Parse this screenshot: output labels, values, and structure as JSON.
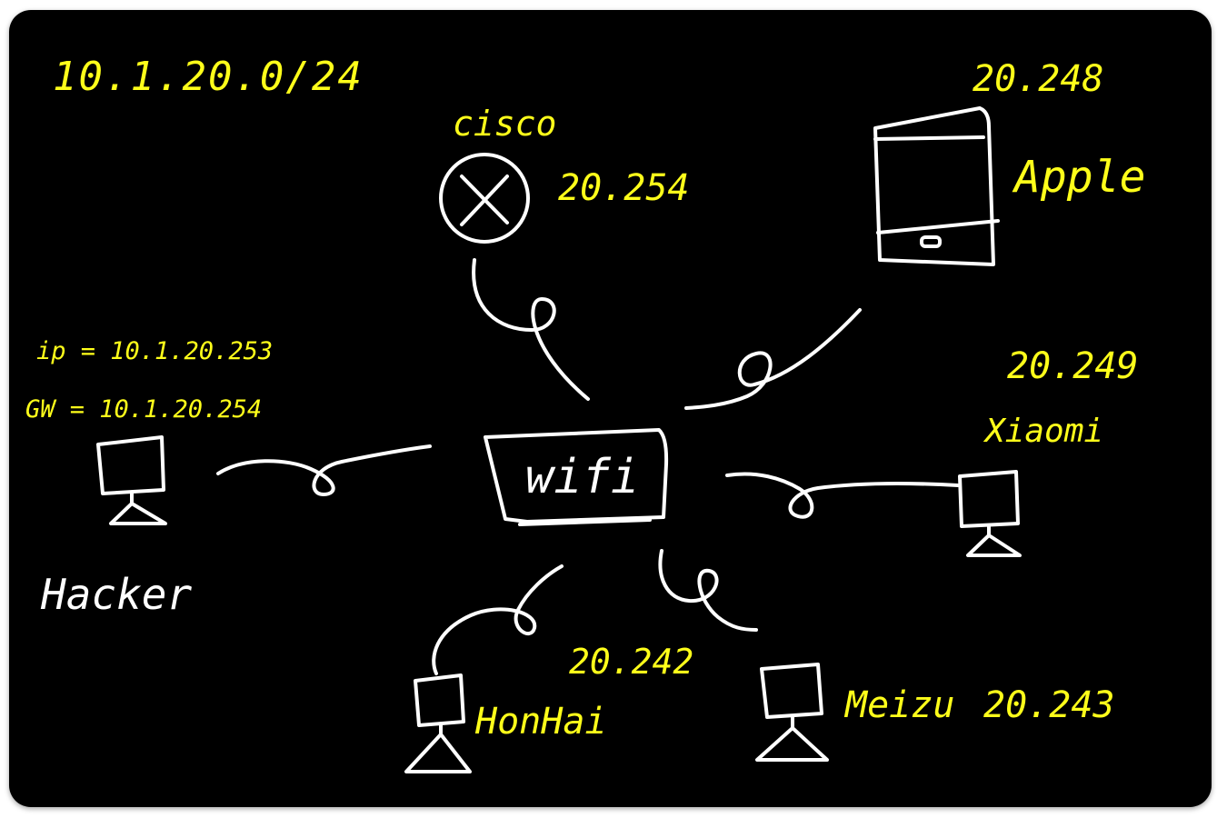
{
  "subnet": "10.1.20.0/24",
  "router": {
    "brand": "cisco",
    "ip": "20.254"
  },
  "ap": {
    "label": "wifi"
  },
  "hacker": {
    "ip_line": "ip = 10.1.20.253",
    "gw_line": "GW = 10.1.20.254",
    "name": "Hacker"
  },
  "apple": {
    "ip": "20.248",
    "name": "Apple"
  },
  "xiaomi": {
    "ip": "20.249",
    "name": "Xiaomi"
  },
  "honhai": {
    "ip": "20.242",
    "name": "HonHai"
  },
  "meizu": {
    "name": "Meizu",
    "ip": "20.243"
  },
  "colors": {
    "board": "#000000",
    "annotation": "#ffff1a",
    "ink": "#ffffff"
  }
}
